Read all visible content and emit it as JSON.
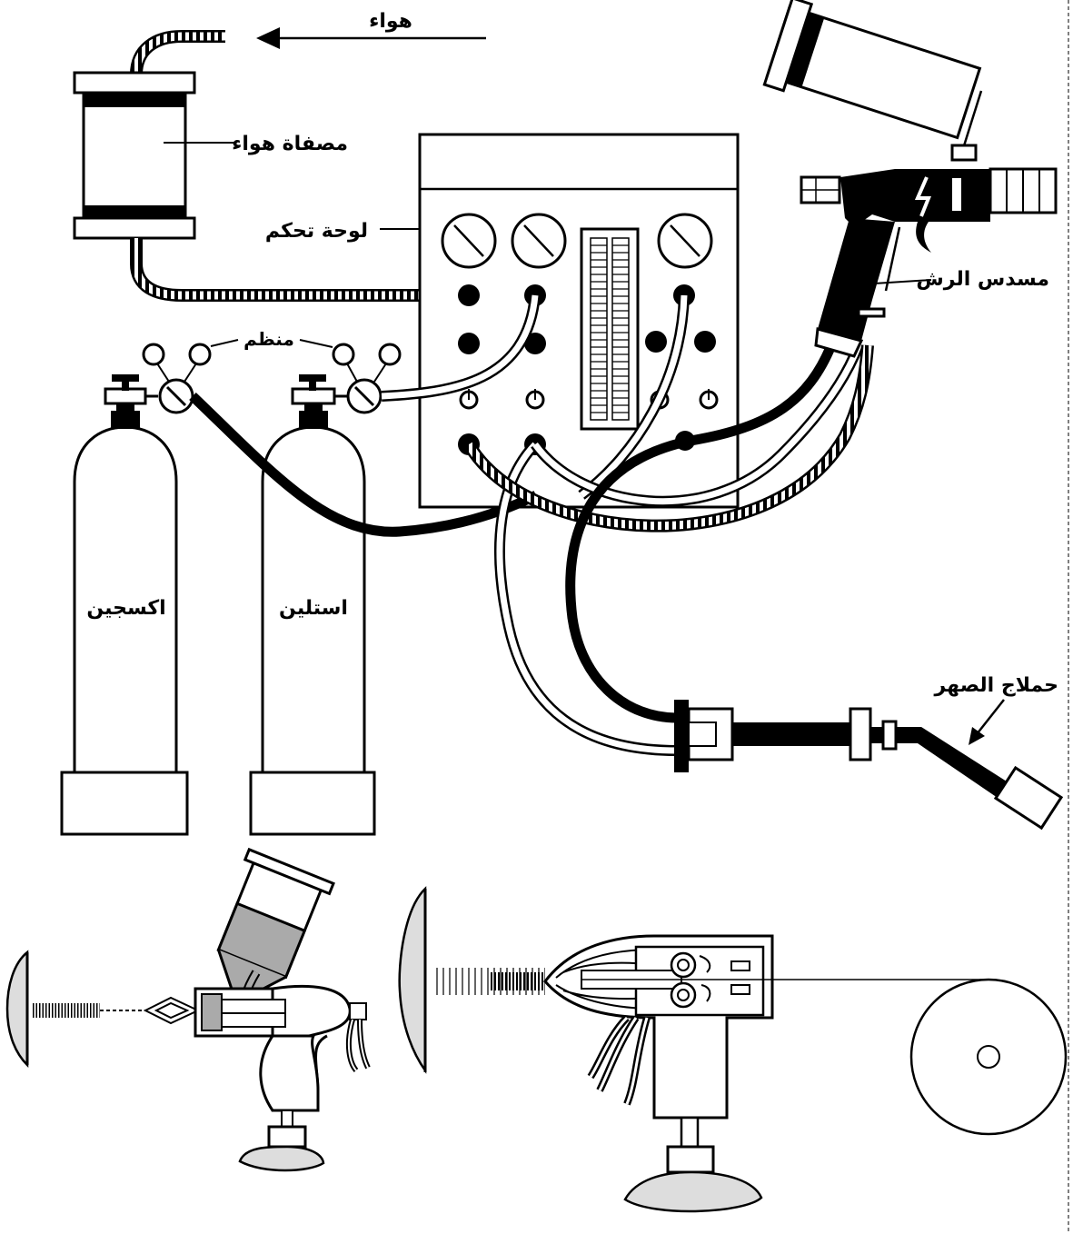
{
  "labels": {
    "air": "هواء",
    "air_filter": "مصفاة هواء",
    "control_panel": "لوحة تحكم",
    "regulator": "منظم",
    "spray_gun": "مسدس الرش",
    "welding_torch": "حملاج الصهر",
    "oxygen": "اكسجين",
    "acetylene": "استلين"
  },
  "colors": {
    "ink": "#000000",
    "paper": "#ffffff",
    "shade": "#aaaaaa"
  }
}
